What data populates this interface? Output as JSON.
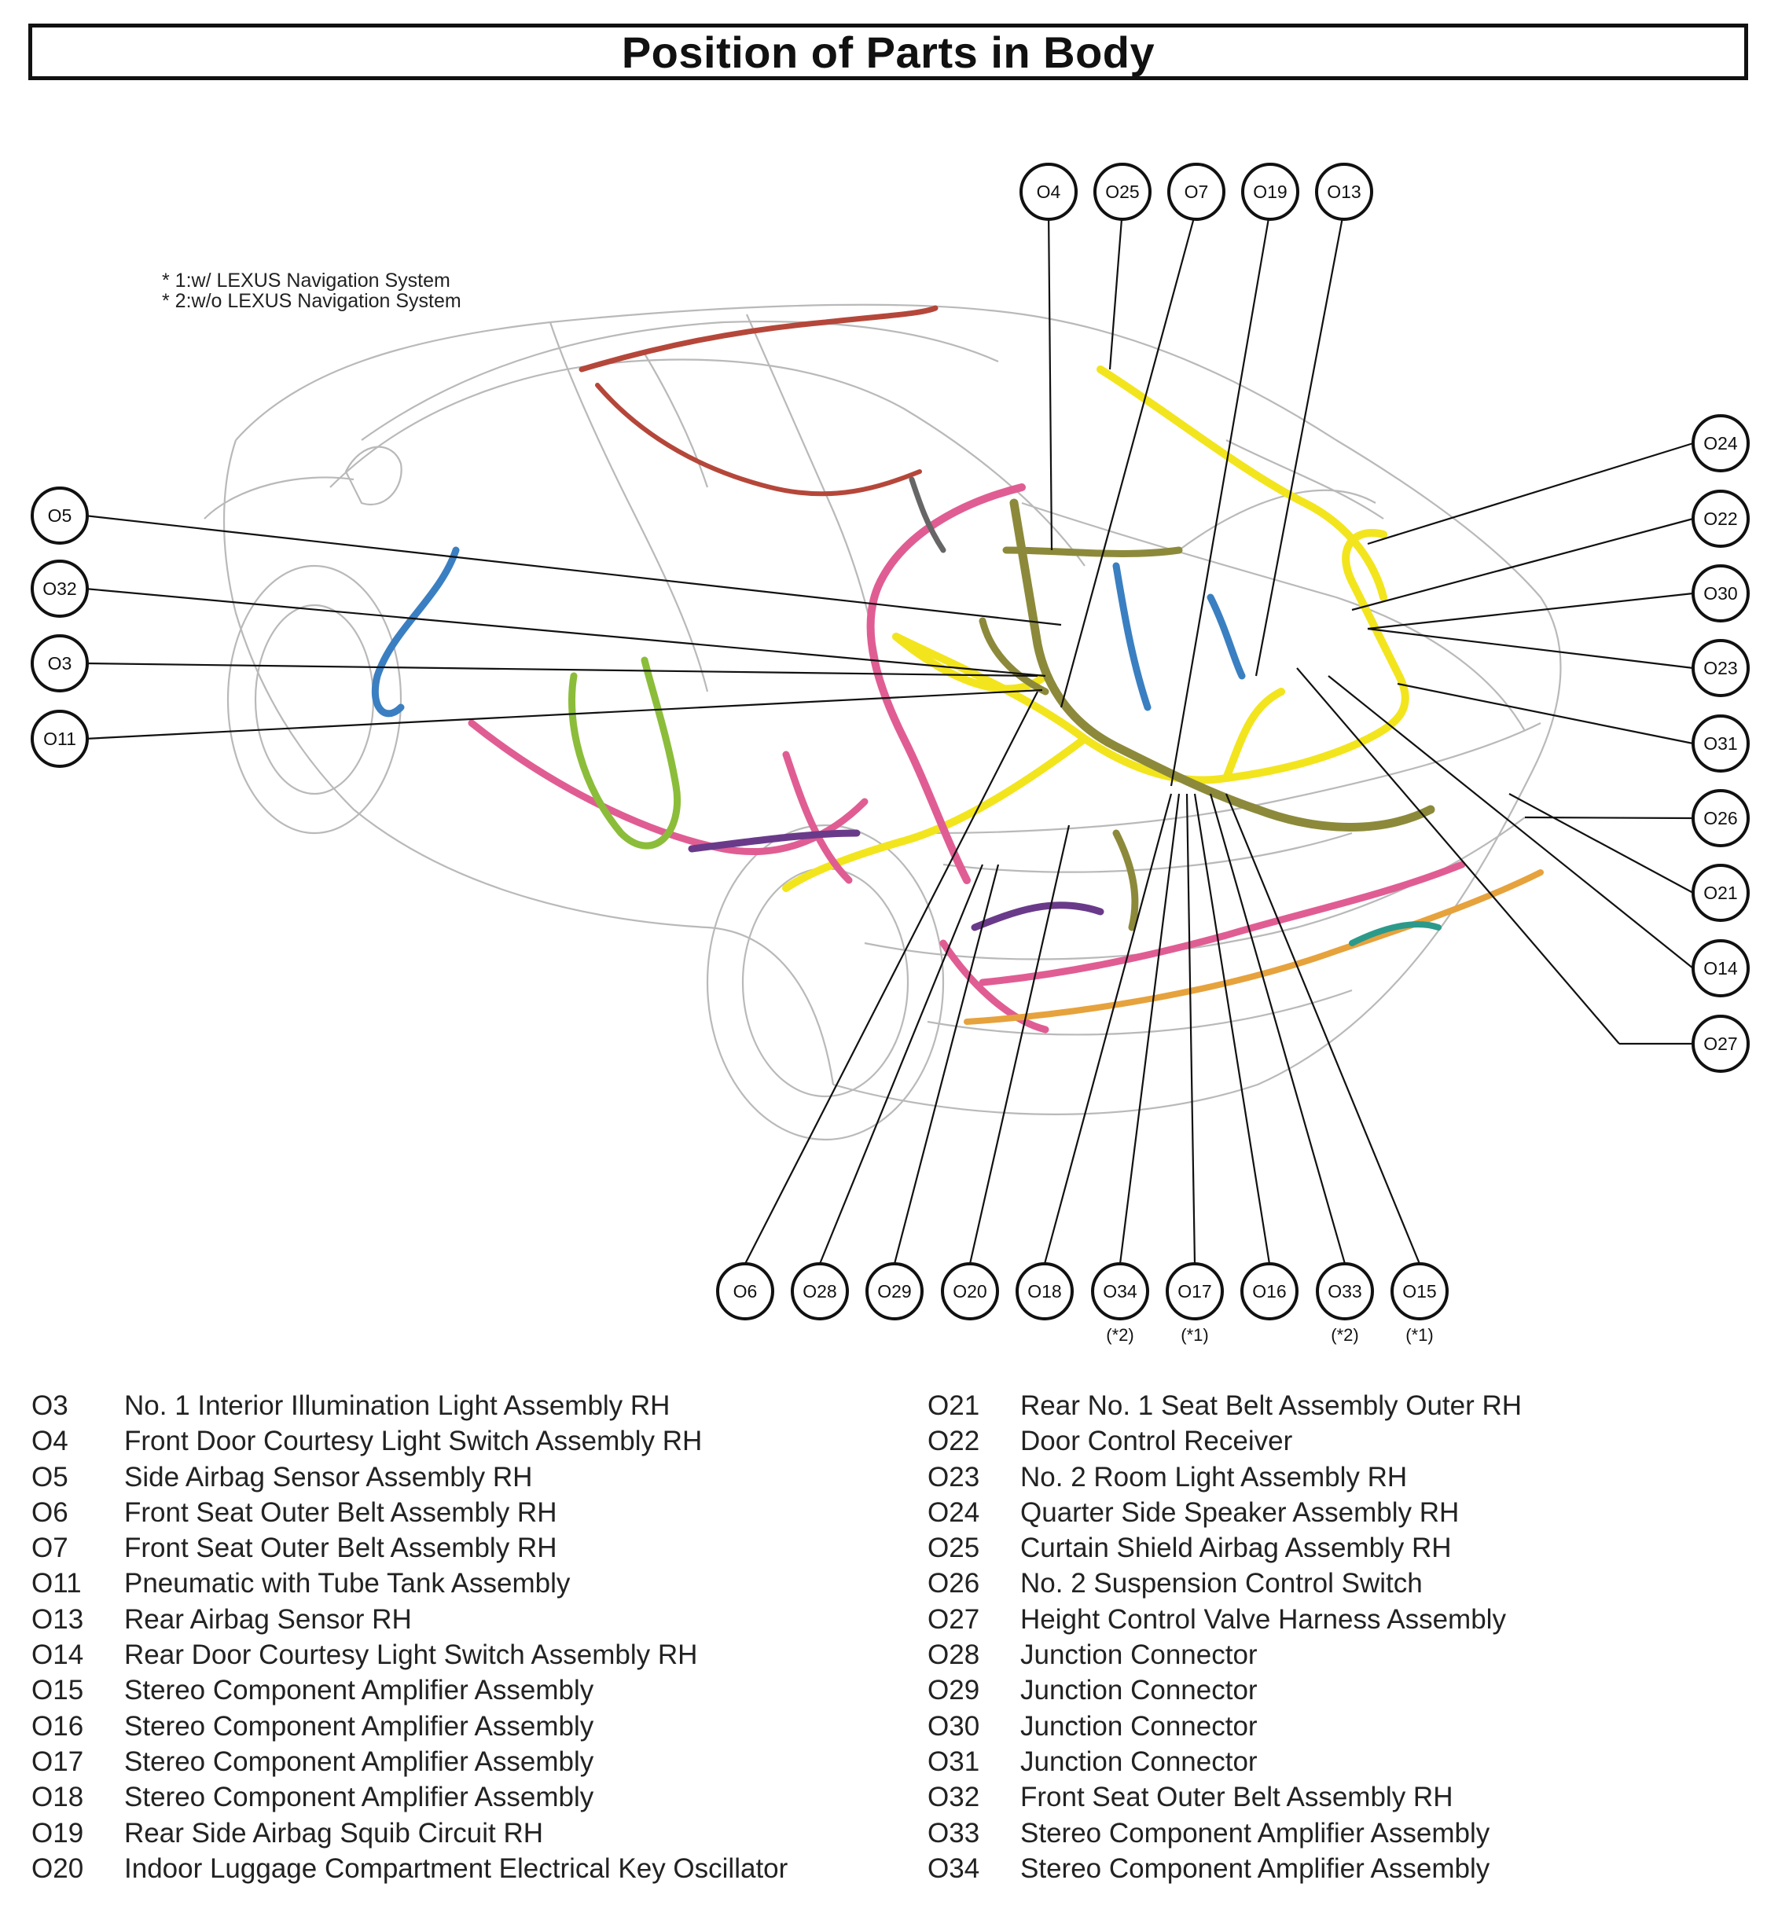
{
  "title": "Position of Parts in Body",
  "notes": [
    "* 1:w/ LEXUS Navigation System",
    "* 2:w/o LEXUS Navigation System"
  ],
  "callouts": {
    "top": [
      "O4",
      "O25",
      "O7",
      "O19",
      "O13"
    ],
    "left": [
      "O5",
      "O32",
      "O3",
      "O11"
    ],
    "right": [
      "O24",
      "O22",
      "O30",
      "O23",
      "O31",
      "O26",
      "O21",
      "O14",
      "O27"
    ],
    "bottom": [
      "O6",
      "O28",
      "O29",
      "O20",
      "O18",
      "O34",
      "O17",
      "O16",
      "O33",
      "O15"
    ],
    "bottom_notes": [
      "",
      "",
      "",
      "",
      "",
      "(*2)",
      "(*1)",
      "",
      "(*2)",
      "(*1)"
    ]
  },
  "harness_colors": {
    "pink": "#e05d93",
    "yellow": "#f2e51d",
    "olive": "#8c8a3a",
    "blue": "#3a7fc1",
    "purple": "#6a3a8a",
    "orange": "#e6a23c",
    "teal": "#2c9a8a",
    "red_brown": "#b5473a",
    "green": "#8bbd3a",
    "gray": "#666666"
  },
  "legend": {
    "left": [
      {
        "code": "O3",
        "name": "No. 1 Interior Illumination Light Assembly RH"
      },
      {
        "code": "O4",
        "name": "Front Door Courtesy Light Switch Assembly RH"
      },
      {
        "code": "O5",
        "name": "Side Airbag Sensor Assembly RH"
      },
      {
        "code": "O6",
        "name": "Front Seat Outer Belt Assembly RH"
      },
      {
        "code": "O7",
        "name": "Front Seat Outer Belt Assembly RH"
      },
      {
        "code": "O11",
        "name": "Pneumatic with Tube Tank Assembly"
      },
      {
        "code": "O13",
        "name": "Rear Airbag Sensor RH"
      },
      {
        "code": "O14",
        "name": "Rear Door Courtesy Light Switch Assembly RH"
      },
      {
        "code": "O15",
        "name": "Stereo Component Amplifier Assembly"
      },
      {
        "code": "O16",
        "name": "Stereo Component Amplifier Assembly"
      },
      {
        "code": "O17",
        "name": "Stereo Component Amplifier Assembly"
      },
      {
        "code": "O18",
        "name": "Stereo Component Amplifier Assembly"
      },
      {
        "code": "O19",
        "name": "Rear Side Airbag Squib Circuit RH"
      },
      {
        "code": "O20",
        "name": "Indoor Luggage Compartment Electrical Key Oscillator"
      }
    ],
    "right": [
      {
        "code": "O21",
        "name": "Rear No. 1 Seat Belt Assembly Outer RH"
      },
      {
        "code": "O22",
        "name": "Door Control Receiver"
      },
      {
        "code": "O23",
        "name": "No. 2 Room Light Assembly RH"
      },
      {
        "code": "O24",
        "name": "Quarter Side Speaker Assembly RH"
      },
      {
        "code": "O25",
        "name": "Curtain Shield Airbag Assembly RH"
      },
      {
        "code": "O26",
        "name": "No. 2 Suspension Control Switch"
      },
      {
        "code": "O27",
        "name": "Height Control Valve Harness Assembly"
      },
      {
        "code": "O28",
        "name": "Junction Connector"
      },
      {
        "code": "O29",
        "name": "Junction Connector"
      },
      {
        "code": "O30",
        "name": "Junction Connector"
      },
      {
        "code": "O31",
        "name": "Junction Connector"
      },
      {
        "code": "O32",
        "name": "Front Seat Outer Belt Assembly RH"
      },
      {
        "code": "O33",
        "name": "Stereo Component Amplifier Assembly"
      },
      {
        "code": "O34",
        "name": "Stereo Component Amplifier Assembly"
      }
    ]
  }
}
